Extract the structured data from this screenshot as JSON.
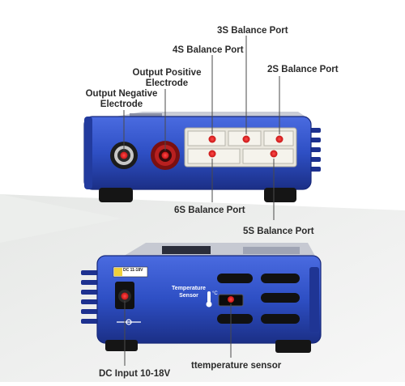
{
  "callouts": {
    "three_s": "3S Balance Port",
    "four_s": "4S Balance Port",
    "two_s": "2S Balance Port",
    "output_positive": [
      "Output Positive",
      "Electrode"
    ],
    "output_negative": [
      "Output Negative",
      "Electrode"
    ],
    "six_s": "6S Balance Port",
    "five_s": "5S Balance Port",
    "dc_input": "DC Input 10-18V",
    "temp_sensor": "ttemperature sensor"
  },
  "device_text": {
    "dc_badge": "DC 11-18V",
    "temp_title": [
      "Temperature",
      "Sensor"
    ],
    "temp_unit": "°C"
  },
  "colors": {
    "body_blue": "#2e4fc4",
    "body_dark": "#1b2f86",
    "marker_red": "#e41e1e",
    "leader": "#4a4a4a"
  }
}
